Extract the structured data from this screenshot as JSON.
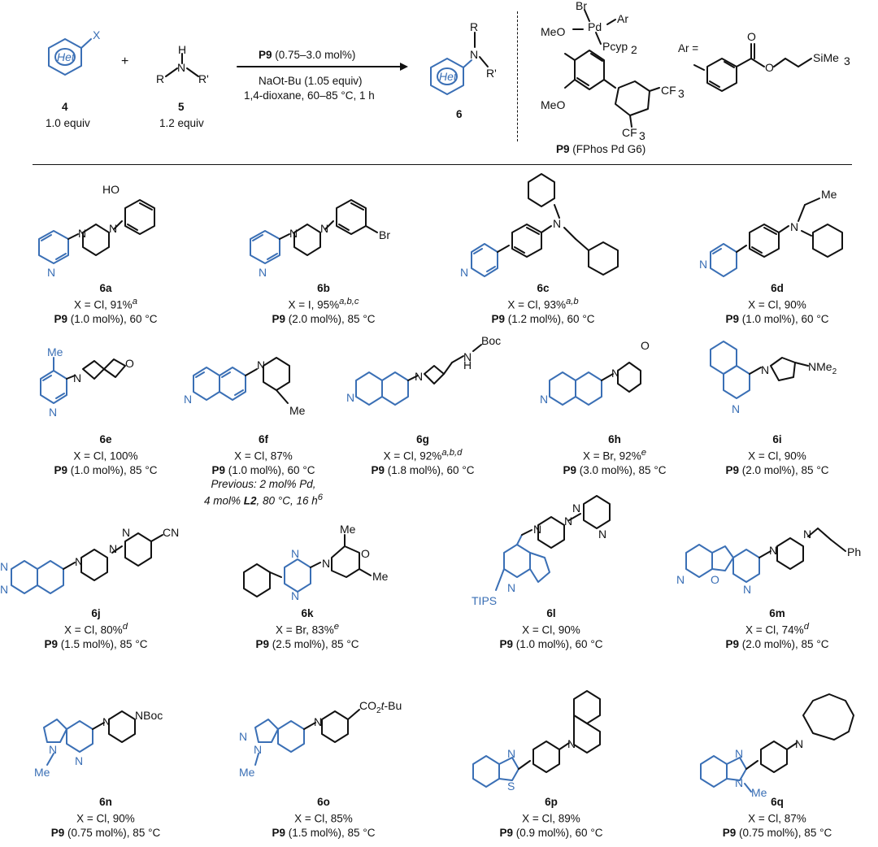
{
  "scheme": {
    "reactant4": {
      "ring": "Het",
      "sub": "X",
      "num": "4",
      "equiv": "1.0 equiv"
    },
    "plus": "+",
    "reactant5": {
      "N": "N",
      "H": "H",
      "R": "R",
      "Rp": "R'",
      "num": "5",
      "equiv": "1.2 equiv"
    },
    "conditions": {
      "cat": "P9",
      "cat_load": " (0.75–3.0 mol%)",
      "line2": "NaOt-Bu (1.05 equiv)",
      "line3": "1,4-dioxane, 60–85 °C, 1 h"
    },
    "product6": {
      "ring": "Het",
      "N": "N",
      "R": "R",
      "Rp": "R'",
      "num": "6"
    },
    "catalyst": {
      "Br": "Br",
      "Pd": "Pd",
      "Ar": "Ar",
      "MeO1": "MeO",
      "MeO2": "MeO",
      "P": "Pcyp",
      "P_sub": "2",
      "CF3a": "CF",
      "CF3b": "CF",
      "CF3_sub": "3",
      "ar_eq": "Ar =",
      "O1": "O",
      "O2": "O",
      "SiMe3": "SiMe",
      "SiMe3_sub": "3",
      "label_bold": "P9",
      "label_rest": " (FPhos Pd G6)"
    }
  },
  "entries": [
    {
      "id": "6a",
      "cond": "X = Cl, 91%",
      "sup": "a",
      "cat": "P9",
      "load": " (1.0 mol%), 60 °C"
    },
    {
      "id": "6b",
      "cond": "X = I, 95%",
      "sup": "a,b,c",
      "cat": "P9",
      "load": " (2.0 mol%), 85 °C"
    },
    {
      "id": "6c",
      "cond": "X = Cl, 93%",
      "sup": "a,b",
      "cat": "P9",
      "load": " (1.2 mol%), 60 °C"
    },
    {
      "id": "6d",
      "cond": "X = Cl, 90%",
      "sup": "",
      "cat": "P9",
      "load": " (1.0 mol%), 60 °C"
    },
    {
      "id": "6e",
      "cond": "X = Cl, 100%",
      "sup": "",
      "cat": "P9",
      "load": " (1.0 mol%), 85 °C"
    },
    {
      "id": "6f",
      "cond": "X = Cl, 87%",
      "sup": "",
      "cat": "P9",
      "load": " (1.0 mol%), 60 °C",
      "prev1": "Previous: 2 mol% Pd,",
      "prev2a": "4 mol% ",
      "prev2b": "L2",
      "prev2c": ", 80 °C, 16 h",
      "prev_sup": "6"
    },
    {
      "id": "6g",
      "cond": "X = Cl, 92%",
      "sup": "a,b,d",
      "cat": "P9",
      "load": " (1.8 mol%), 60 °C"
    },
    {
      "id": "6h",
      "cond": "X = Br, 92%",
      "sup": "e",
      "cat": "P9",
      "load": " (3.0 mol%), 85 °C"
    },
    {
      "id": "6i",
      "cond": "X = Cl, 90%",
      "sup": "",
      "cat": "P9",
      "load": " (2.0 mol%), 85 °C"
    },
    {
      "id": "6j",
      "cond": "X = Cl, 80%",
      "sup": "d",
      "cat": "P9",
      "load": " (1.5 mol%), 85 °C"
    },
    {
      "id": "6k",
      "cond": "X = Br, 83%",
      "sup": "e",
      "cat": "P9",
      "load": " (2.5 mol%), 85 °C"
    },
    {
      "id": "6l",
      "cond": "X = Cl, 90%",
      "sup": "",
      "cat": "P9",
      "load": " (1.0 mol%), 60 °C"
    },
    {
      "id": "6m",
      "cond": "X = Cl, 74%",
      "sup": "d",
      "cat": "P9",
      "load": " (2.0 mol%), 85 °C"
    },
    {
      "id": "6n",
      "cond": "X = Cl, 90%",
      "sup": "",
      "cat": "P9",
      "load": " (0.75 mol%), 85 °C"
    },
    {
      "id": "6o",
      "cond": "X = Cl, 85%",
      "sup": "",
      "cat": "P9",
      "load": " (1.5 mol%), 85 °C"
    },
    {
      "id": "6p",
      "cond": "X = Cl, 89%",
      "sup": "",
      "cat": "P9",
      "load": " (0.9 mol%), 60 °C"
    },
    {
      "id": "6q",
      "cond": "X = Cl, 87%",
      "sup": "",
      "cat": "P9",
      "load": " (0.75 mol%), 85 °C"
    }
  ],
  "atoms": {
    "a": [
      "HO",
      "N",
      "N",
      "N"
    ],
    "b": [
      "N",
      "N",
      "N",
      "Br"
    ],
    "c": [
      "N",
      "N"
    ],
    "d": [
      "Me",
      "N",
      "N"
    ],
    "e": [
      "Me",
      "N",
      "N",
      "O"
    ],
    "f": [
      "N",
      "N",
      "Me"
    ],
    "g": [
      "N",
      "N",
      "N",
      "H",
      "Boc"
    ],
    "h": [
      "N",
      "N",
      "O"
    ],
    "i": [
      "N",
      "N",
      "NMe",
      "2"
    ],
    "j": [
      "N",
      "N",
      "N",
      "N",
      "N",
      "CN"
    ],
    "k": [
      "N",
      "N",
      "N",
      "O",
      "Me",
      "Me"
    ],
    "l": [
      "N",
      "N",
      "N",
      "N",
      "N",
      "TIPS"
    ],
    "m": [
      "N",
      "O",
      "N",
      "N",
      "N",
      "Ph"
    ],
    "n": [
      "N",
      "N",
      "Me",
      "N",
      "NBoc"
    ],
    "o": [
      "N",
      "N",
      "Me",
      "N",
      "CO",
      "2",
      "t",
      "-Bu"
    ],
    "p": [
      "N",
      "S",
      "N"
    ],
    "q": [
      "N",
      "N",
      "Me",
      "N"
    ]
  }
}
